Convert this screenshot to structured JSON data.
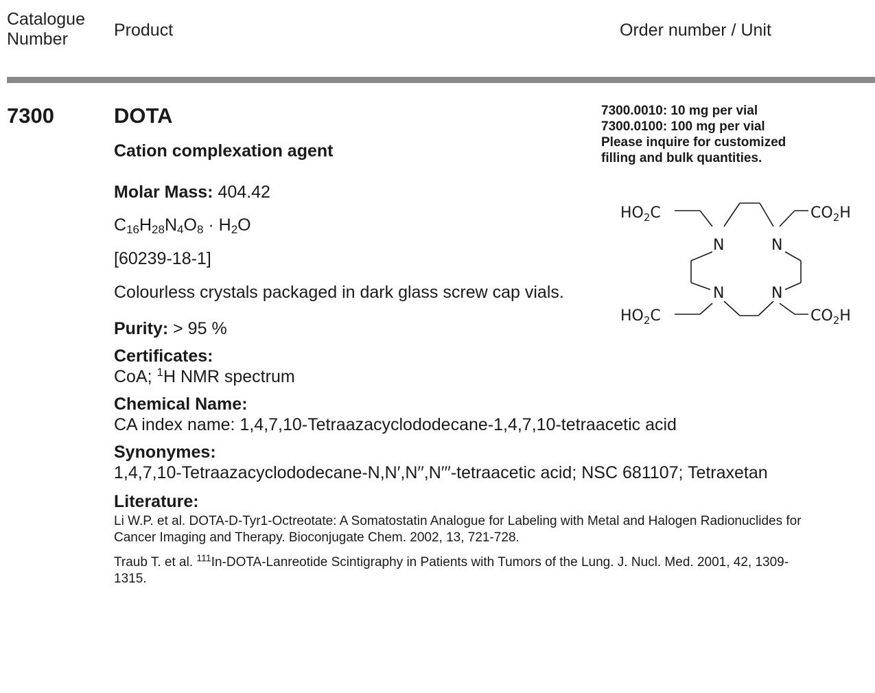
{
  "header": {
    "catalogue_number_line1": "Catalogue",
    "catalogue_number_line2": "Number",
    "product": "Product",
    "order_unit": "Order number / Unit"
  },
  "product": {
    "catalogue_number": "7300",
    "name": "DOTA",
    "subtitle": "Cation complexation agent",
    "molar_mass_label": "Molar Mass:",
    "molar_mass_value": "404.42",
    "formula_parts": [
      "C",
      "16",
      "H",
      "28",
      "N",
      "4",
      "O",
      "8",
      " · H",
      "2",
      "O"
    ],
    "cas": "[60239-18-1]",
    "description": "Colourless crystals packaged in dark glass screw cap vials.",
    "purity_label": "Purity:",
    "purity_value": "> 95 %",
    "certificates_label": "Certificates:",
    "certificates_prefix": "CoA; ",
    "certificates_sup": "1",
    "certificates_suffix": "H NMR spectrum",
    "chemical_name_label": "Chemical Name:",
    "chemical_name": "CA index name: 1,4,7,10-Tetraazacyclododecane-1,4,7,10-tetraacetic acid",
    "synonymes_label": "Synonymes:",
    "synonymes": "1,4,7,10-Tetraazacyclododecane-N,N′,N′′,N′′′-tetraacetic acid; NSC 681107; Tetraxetan",
    "literature_label": "Literature:",
    "literature_1": "Li W.P. et al. DOTA-D-Tyr1-Octreotate: A Somatostatin Analogue for Labeling with Metal and Halogen Radionuclides for Cancer Imaging and Therapy. Bioconjugate Chem. 2002, 13, 721-728.",
    "literature_2_sup": "111",
    "literature_2": "In-DOTA-Lanreotide Scintigraphy in Patients with Tumors of the Lung. J. Nucl. Med. 2001, 42, 1309-1315.",
    "literature_2_prefix": "Traub T. et al. "
  },
  "order": {
    "line1": "7300.0010: 10 mg per vial",
    "line2": "7300.0100: 100 mg per vial",
    "line3": "Please inquire for customized",
    "line4": "filling and bulk quantities."
  },
  "structure": {
    "n_label": "N",
    "ho2c_label_a": "HO",
    "ho2c_label_b": "2",
    "ho2c_label_c": "C",
    "co2h_label_a": "CO",
    "co2h_label_b": "2",
    "co2h_label_c": "H"
  }
}
